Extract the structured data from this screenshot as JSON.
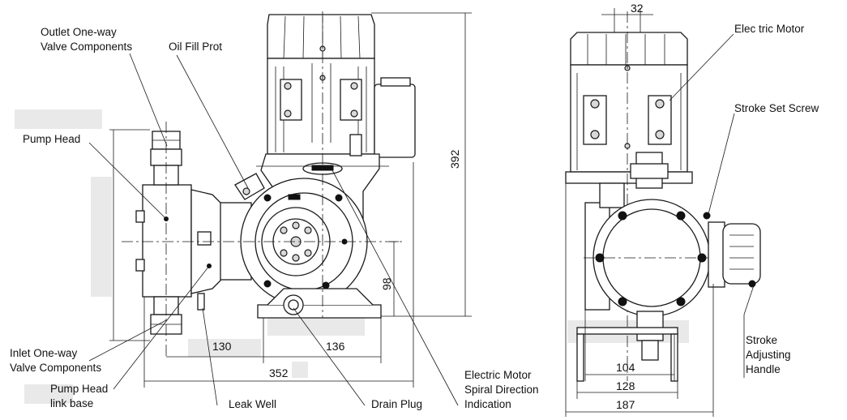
{
  "callouts": {
    "outlet_valve": [
      "Outlet One-way",
      "Valve Components"
    ],
    "oil_fill": "Oil Fill Prot",
    "pump_head": "Pump Head",
    "inlet_valve": [
      "Inlet One-way",
      "Valve Components"
    ],
    "head_link_base": [
      "Pump Head",
      "link base"
    ],
    "leak_well": "Leak Well",
    "drain_plug": "Drain Plug",
    "spiral_indication": [
      "Electric Motor",
      "Spiral Direction",
      "Indication"
    ],
    "electric_motor": "Elec tric Motor",
    "stroke_set_screw": "Stroke Set Screw",
    "stroke_handle": [
      "Stroke",
      "Adjusting",
      "Handle"
    ]
  },
  "dimensions": {
    "d130": "130",
    "d136": "136",
    "d352": "352",
    "d392": "392",
    "d98": "98",
    "d32": "32",
    "d104": "104",
    "d128": "128",
    "d187": "187"
  }
}
